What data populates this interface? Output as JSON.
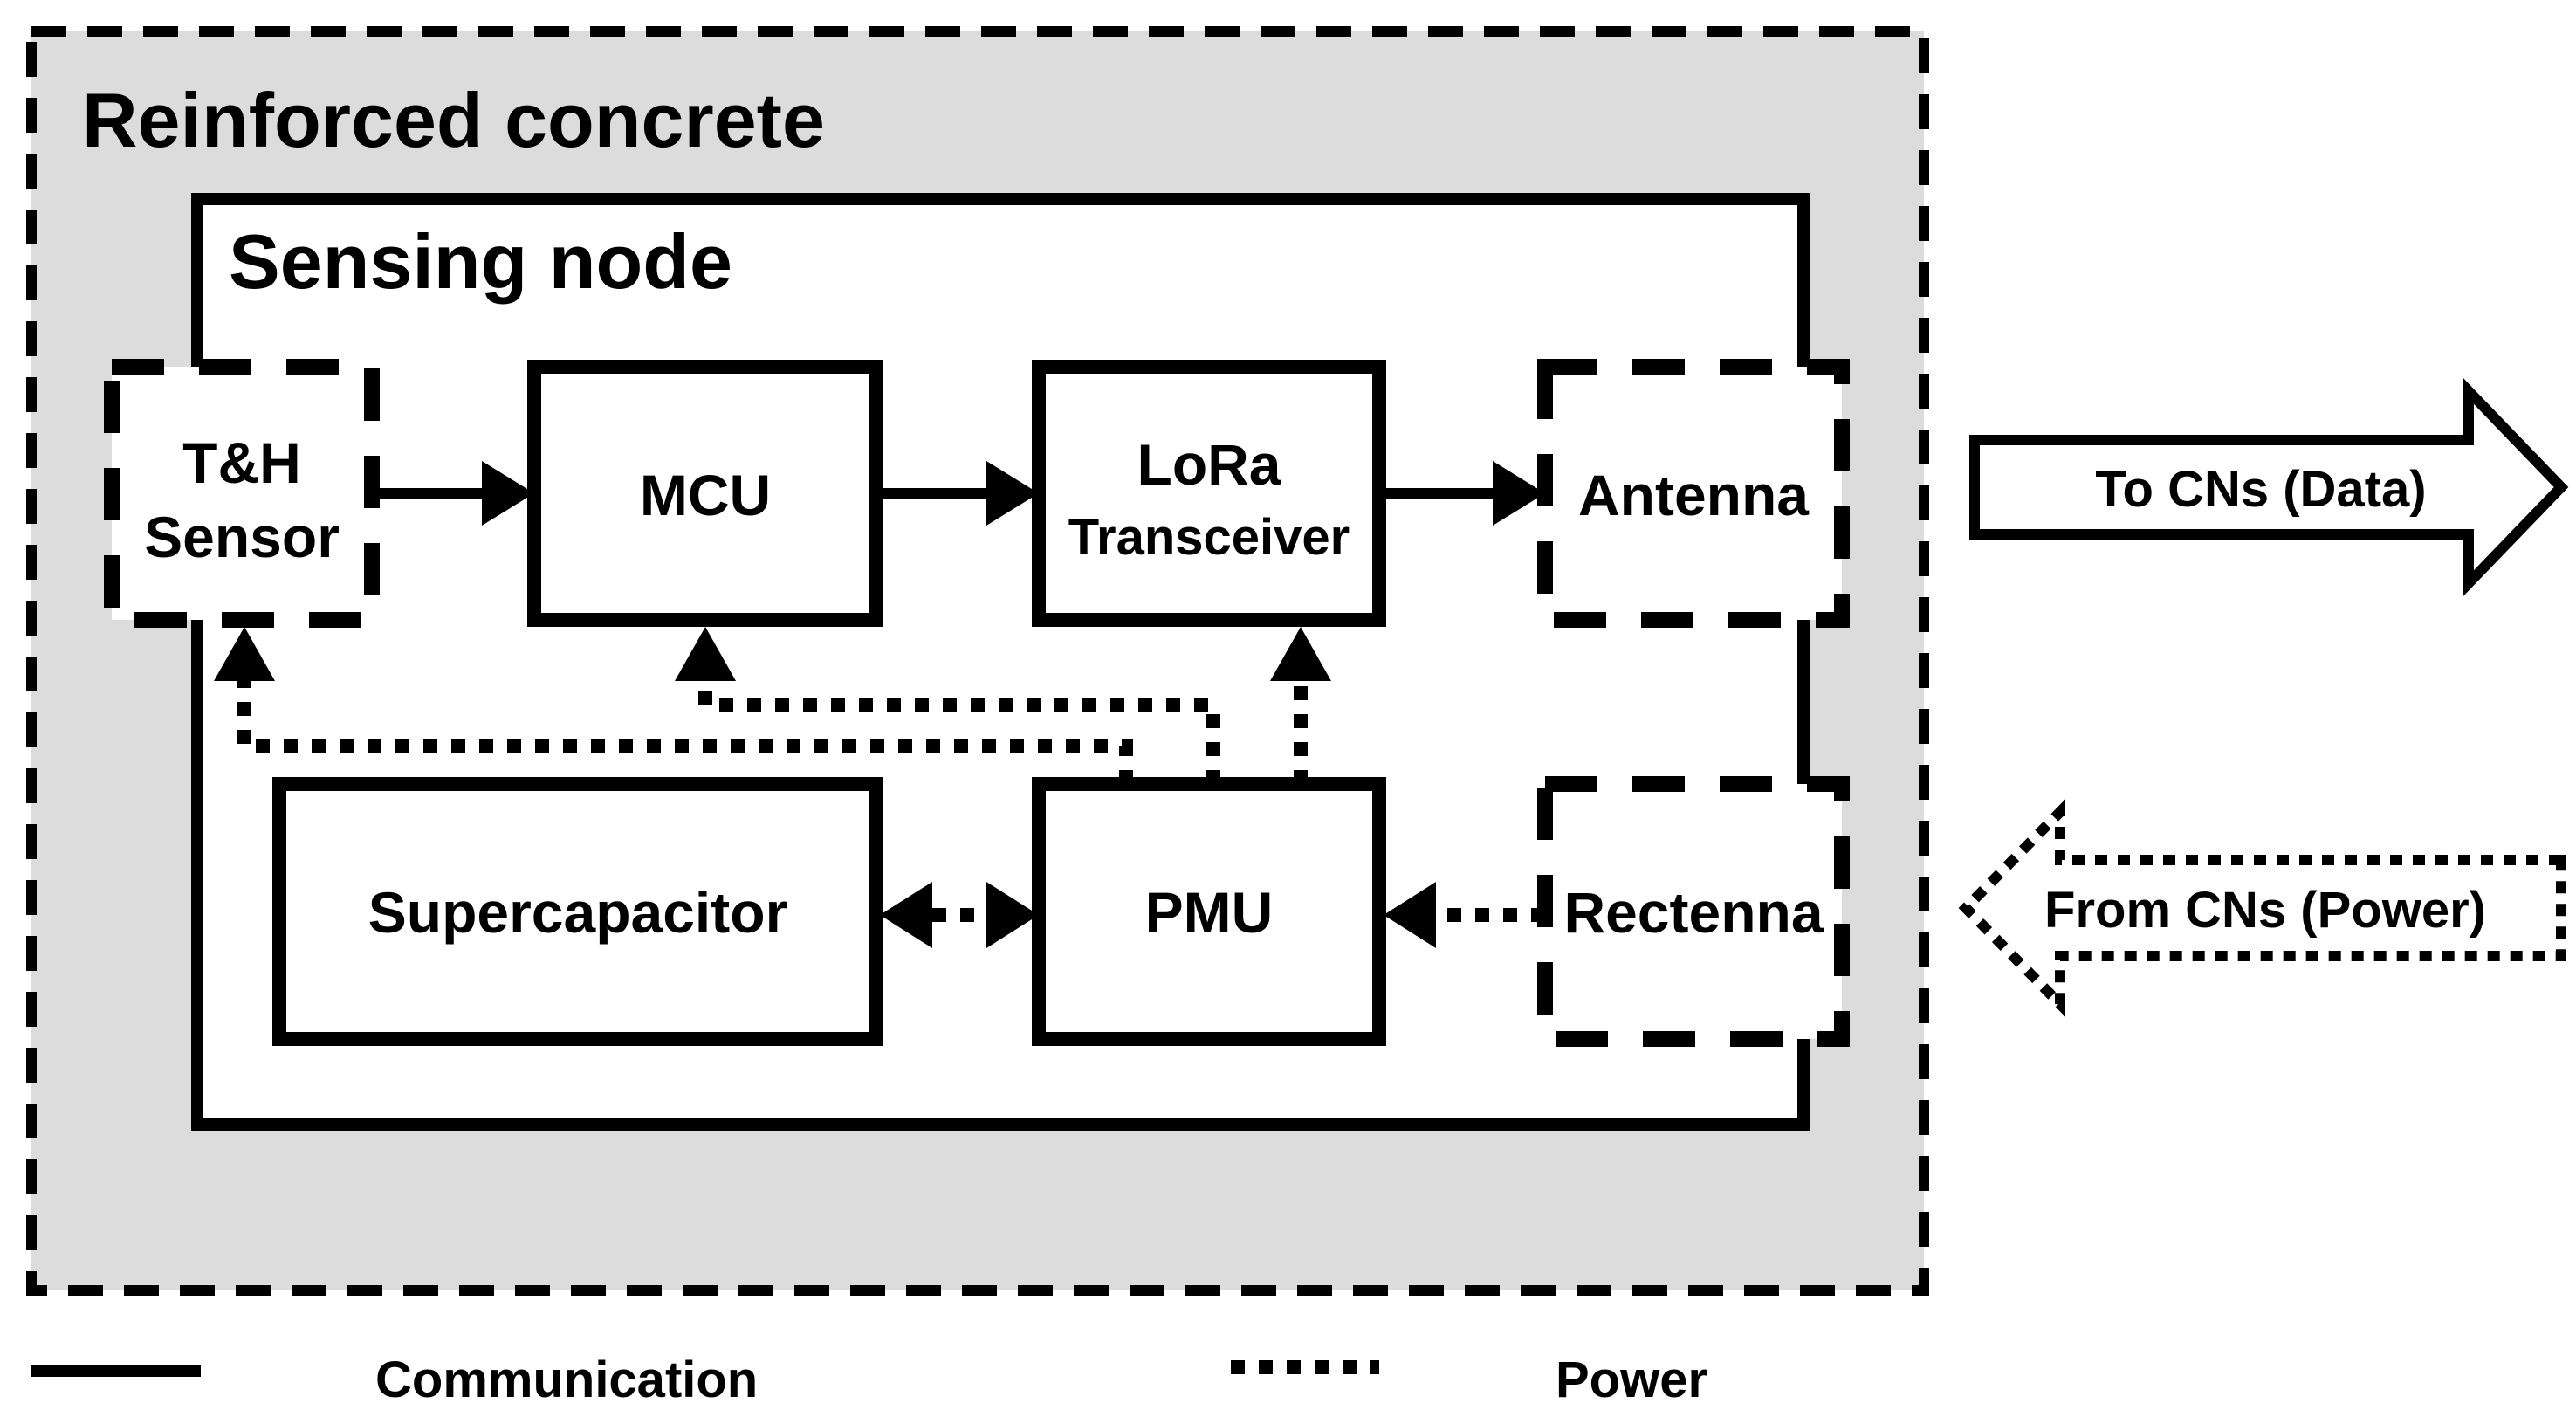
{
  "container": {
    "title": "Reinforced concrete"
  },
  "node": {
    "title": "Sensing node"
  },
  "blocks": {
    "sensor": {
      "line1": "T&H",
      "line2": "Sensor"
    },
    "mcu": {
      "label": "MCU"
    },
    "lora": {
      "line1": "LoRa",
      "line2": "Transceiver"
    },
    "antenna": {
      "label": "Antenna"
    },
    "supercap": {
      "label": "Supercapacitor"
    },
    "pmu": {
      "label": "PMU"
    },
    "rectenna": {
      "label": "Rectenna"
    }
  },
  "external": {
    "data_out": "To CNs (Data)",
    "power_in": "From CNs (Power)"
  },
  "legend": {
    "communication": "Communication",
    "power": "Power"
  }
}
